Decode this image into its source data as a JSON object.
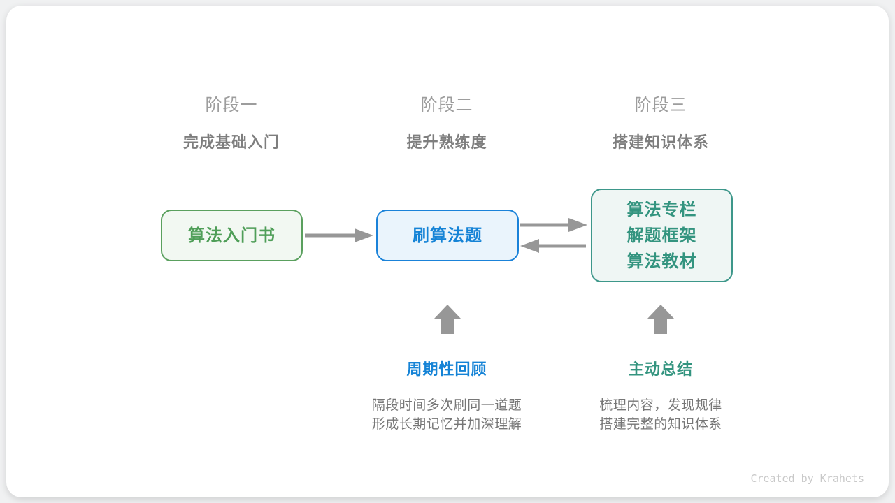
{
  "canvas": {
    "watermark": "Created by Krahets"
  },
  "colors": {
    "card_background": "#ffffff",
    "page_background": "#f0f1f2",
    "green_border": "#5aa05e",
    "green_text": "#4f9e58",
    "green_fill": "#f2f8f2",
    "blue_border": "#1a82d9",
    "blue_text": "#1583d6",
    "blue_fill": "#eaf4fc",
    "teal_border": "#3d978a",
    "teal_text": "#33947f",
    "teal_fill": "#eff6f4",
    "arrow_gray": "#979797",
    "stage_label_gray": "#9d9d9d",
    "stage_subtitle_gray": "#7e7e7e",
    "body_text_gray": "#767676",
    "watermark_gray": "#c9c9c9"
  },
  "stages": [
    {
      "label": "阶段一",
      "subtitle": "完成基础入门"
    },
    {
      "label": "阶段二",
      "subtitle": "提升熟练度"
    },
    {
      "label": "阶段三",
      "subtitle": "搭建知识体系"
    }
  ],
  "nodes": [
    {
      "lines": [
        "算法入门书"
      ]
    },
    {
      "lines": [
        "刷算法题"
      ]
    },
    {
      "lines": [
        "算法专栏",
        "解题框架",
        "算法教材"
      ]
    }
  ],
  "notes": [
    {
      "title": "周期性回顾",
      "lines": [
        "隔段时间多次刷同一道题",
        "形成长期记忆并加深理解"
      ]
    },
    {
      "title": "主动总结",
      "lines": [
        "梳理内容，发现规律",
        "搭建完整的知识体系"
      ]
    }
  ]
}
